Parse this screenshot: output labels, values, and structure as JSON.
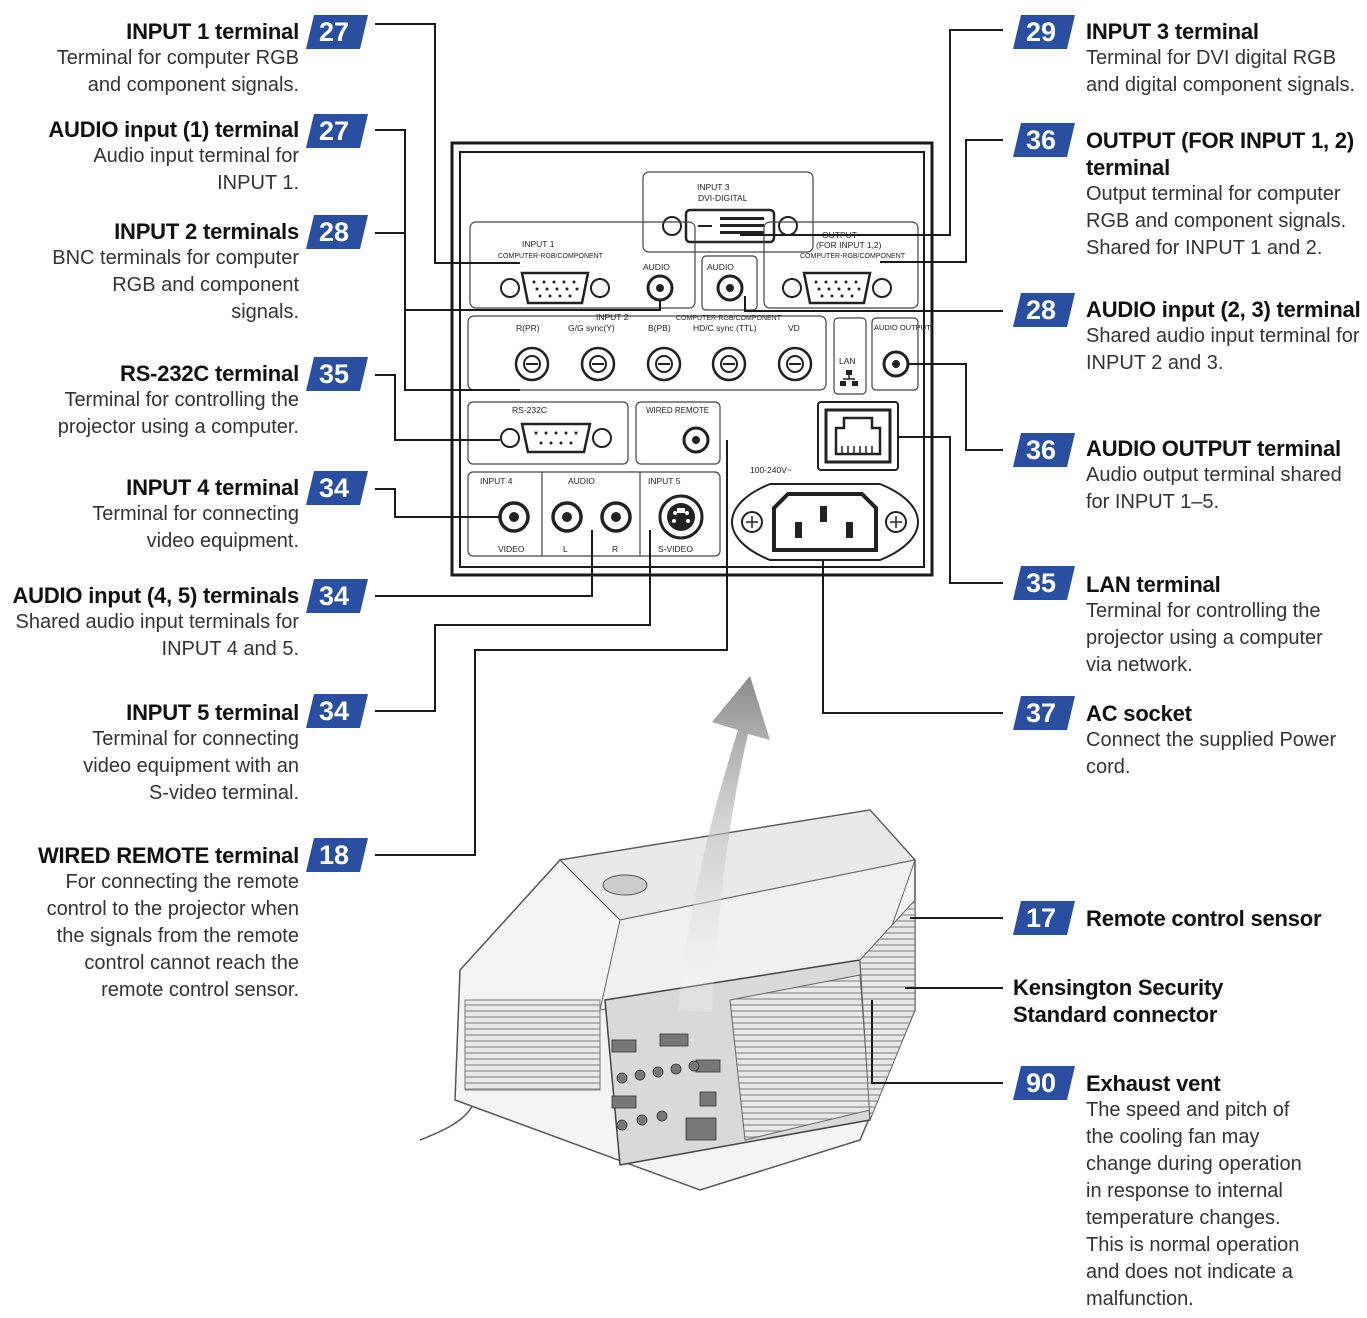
{
  "callouts_left": [
    {
      "title": "INPUT 1 terminal",
      "page": "27",
      "desc": [
        "Terminal for computer RGB",
        "and component signals."
      ]
    },
    {
      "title": "AUDIO input (1) terminal",
      "page": "27",
      "desc": [
        "Audio input terminal for",
        "INPUT 1."
      ]
    },
    {
      "title": "INPUT 2 terminals",
      "page": "28",
      "desc": [
        "BNC terminals for computer",
        "RGB and component",
        "signals."
      ]
    },
    {
      "title": "RS-232C terminal",
      "page": "35",
      "desc": [
        "Terminal for controlling the",
        "projector using a computer."
      ]
    },
    {
      "title": "INPUT 4 terminal",
      "page": "34",
      "desc": [
        "Terminal for connecting",
        "video equipment."
      ]
    },
    {
      "title": "AUDIO input (4, 5) terminals",
      "page": "34",
      "desc": [
        "Shared audio input terminals for",
        "INPUT 4 and 5."
      ]
    },
    {
      "title": "INPUT 5 terminal",
      "page": "34",
      "desc": [
        "Terminal for connecting",
        "video equipment with an",
        "S-video terminal."
      ]
    },
    {
      "title": "WIRED REMOTE terminal",
      "page": "18",
      "desc": [
        "For connecting the remote",
        "control to the projector when",
        "the signals from the remote",
        "control cannot reach the",
        "remote control sensor."
      ]
    }
  ],
  "callouts_right": [
    {
      "title": "INPUT 3 terminal",
      "page": "29",
      "desc": [
        "Terminal for DVI digital RGB",
        "and digital component signals."
      ]
    },
    {
      "title": "OUTPUT (FOR INPUT 1, 2)",
      "title2": "terminal",
      "page": "36",
      "desc": [
        "Output terminal for computer",
        "RGB and component signals.",
        "Shared for INPUT 1 and 2."
      ]
    },
    {
      "title": "AUDIO input (2, 3) terminal",
      "page": "28",
      "desc": [
        "Shared audio input terminal for",
        "INPUT 2 and 3."
      ]
    },
    {
      "title": "AUDIO OUTPUT terminal",
      "page": "36",
      "desc": [
        "Audio output terminal shared",
        "for INPUT 1–5."
      ]
    },
    {
      "title": "LAN terminal",
      "page": "35",
      "desc": [
        "Terminal for controlling the",
        "projector using a computer",
        "via network."
      ]
    },
    {
      "title": "AC socket",
      "page": "37",
      "desc": [
        "Connect the supplied Power",
        "cord."
      ]
    },
    {
      "title": "Remote control sensor",
      "page": "17",
      "desc": []
    },
    {
      "title": "Kensington Security",
      "title2": "Standard connector",
      "page": "",
      "desc": []
    },
    {
      "title": "Exhaust vent",
      "page": "90",
      "desc": [
        "The speed and pitch of",
        "the cooling fan may",
        "change during operation",
        "in response to internal",
        "temperature changes.",
        "This is normal operation",
        "and does not indicate a",
        "malfunction."
      ]
    }
  ],
  "panel_labels": {
    "input3": "INPUT 3",
    "dvi": "DVI-DIGITAL",
    "input1": "INPUT 1",
    "computer_rgb": "COMPUTER-RGB/COMPONENT",
    "output": "OUTPUT",
    "for_input": "(FOR INPUT 1,2)",
    "audio": "AUDIO",
    "input2": "INPUT 2",
    "bnc": [
      "R(PR)",
      "G/G sync(Y)",
      "B(PB)",
      "HD/C sync (TTL)",
      "VD"
    ],
    "lan": "LAN",
    "audio_output": "AUDIO OUTPUT",
    "rs232c": "RS-232C",
    "wired_remote": "WIRED REMOTE",
    "input4": "INPUT 4",
    "input5": "INPUT 5",
    "video": "VIDEO",
    "l": "L",
    "r": "R",
    "svideo": "S-VIDEO",
    "voltage": "100-240V~"
  },
  "colors": {
    "badge": "#2a4fa0",
    "text": "#222222",
    "line": "#1a1a1a"
  }
}
